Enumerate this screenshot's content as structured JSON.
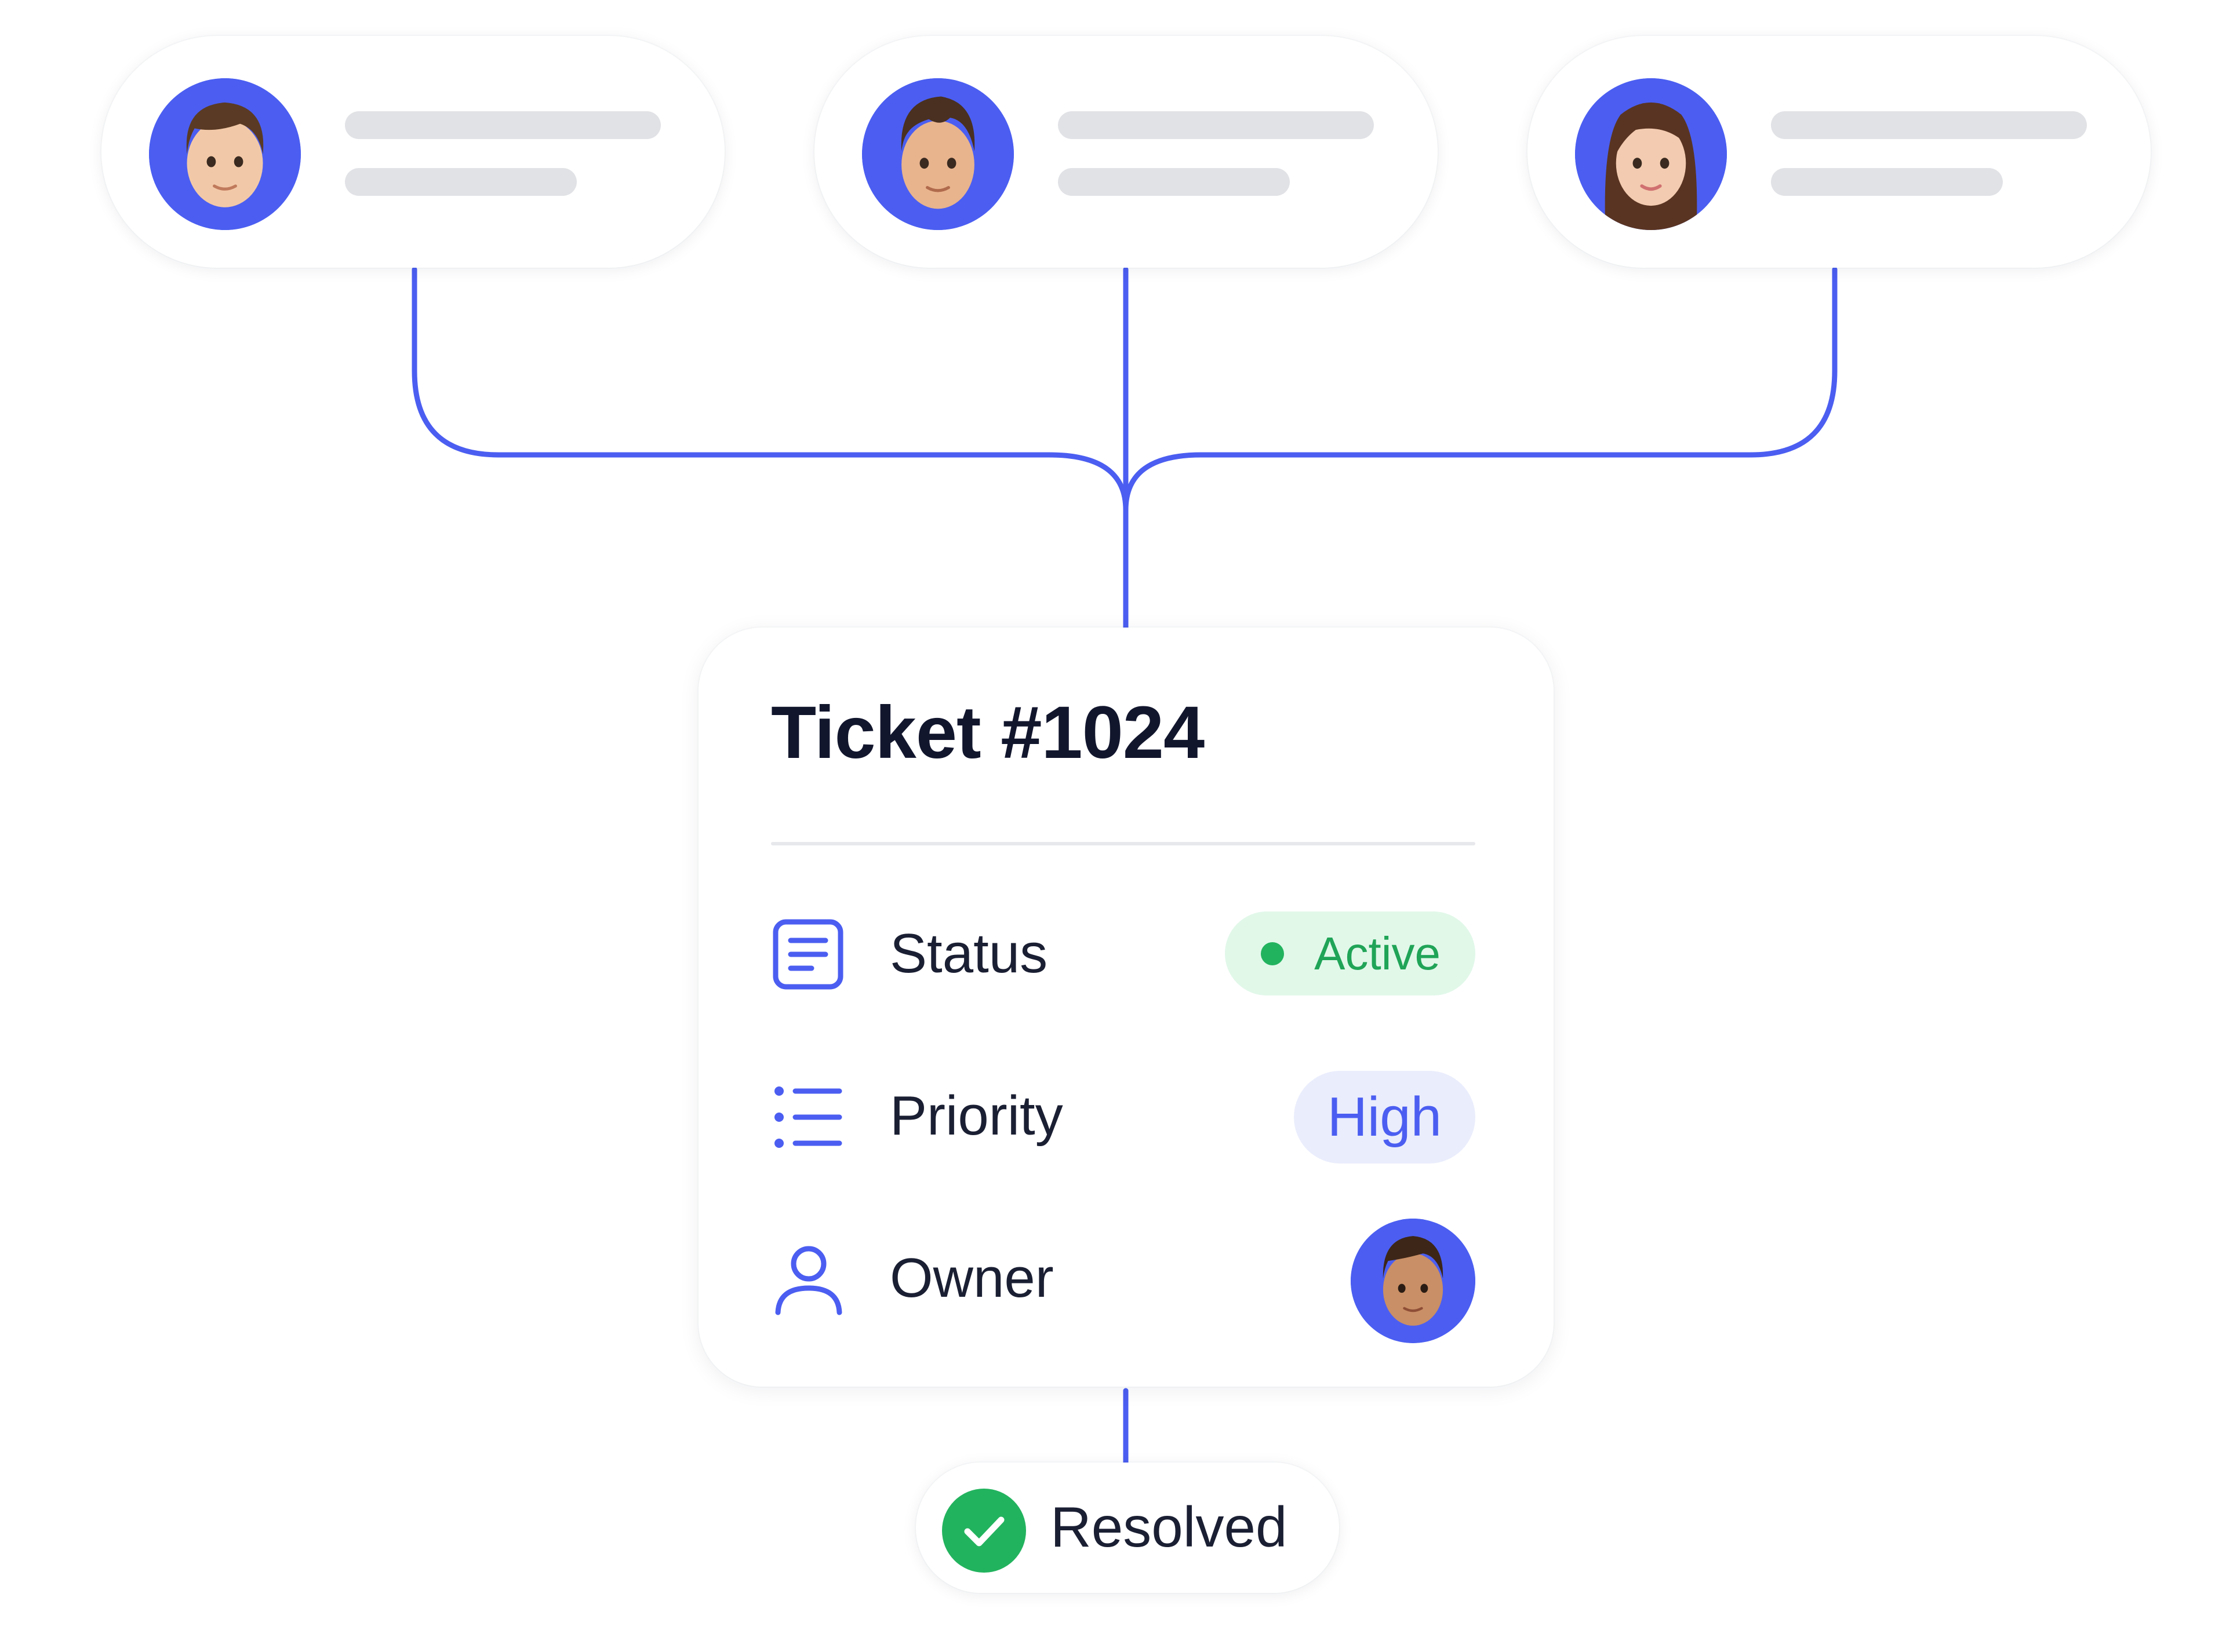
{
  "colors": {
    "accent": "#4b5ef1",
    "success": "#22b35e",
    "success_bg": "#e1f8e9",
    "priority_bg": "#eaedfc",
    "skeleton": "#e1e2e6",
    "title_text": "#12162d"
  },
  "participants": [
    {
      "avatar_icon": "male-avatar-icon",
      "skeleton_lines": 2
    },
    {
      "avatar_icon": "male-avatar-icon",
      "skeleton_lines": 2
    },
    {
      "avatar_icon": "female-avatar-icon",
      "skeleton_lines": 2
    }
  ],
  "ticket": {
    "title": "Ticket #1024",
    "fields": [
      {
        "icon": "document-icon",
        "label": "Status",
        "value": "Active",
        "value_color": "#20a457"
      },
      {
        "icon": "list-icon",
        "label": "Priority",
        "value": "High",
        "value_color": "#4b5ef1"
      },
      {
        "icon": "user-icon",
        "label": "Owner",
        "value_icon": "owner-avatar-icon"
      }
    ]
  },
  "outcome": {
    "label": "Resolved",
    "icon": "check-circle-icon"
  }
}
